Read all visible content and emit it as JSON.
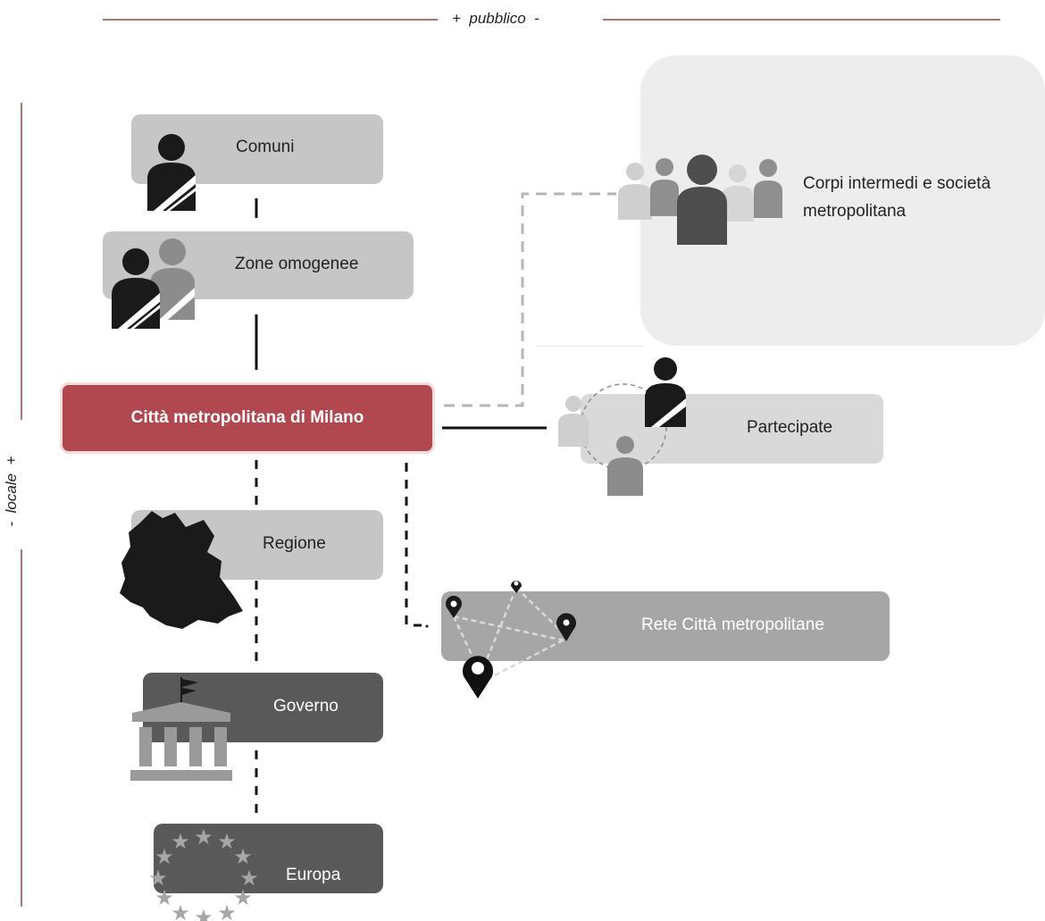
{
  "axes": {
    "top": "+  pubblico  -",
    "side": "-  locale  +"
  },
  "nodes": {
    "comuni": "Comuni",
    "zone": "Zone omogenee",
    "citta": "Città metropolitana di Milano",
    "regione": "Regione",
    "governo": "Governo",
    "europa": "Europa",
    "corpi": "Corpi intermedi e società metropolitana",
    "partecipate": "Partecipate",
    "rete": "Rete Città metropolitane"
  },
  "colors": {
    "main": "#b1474f",
    "light": "#c6c6c6",
    "dark": "#595959",
    "axis": "#8b4a4f"
  },
  "icons": [
    "person-icon",
    "people-icon",
    "lombardy-map-icon",
    "government-building-icon",
    "eu-stars-icon",
    "crowd-icon",
    "network-icon",
    "map-pin-icon"
  ]
}
